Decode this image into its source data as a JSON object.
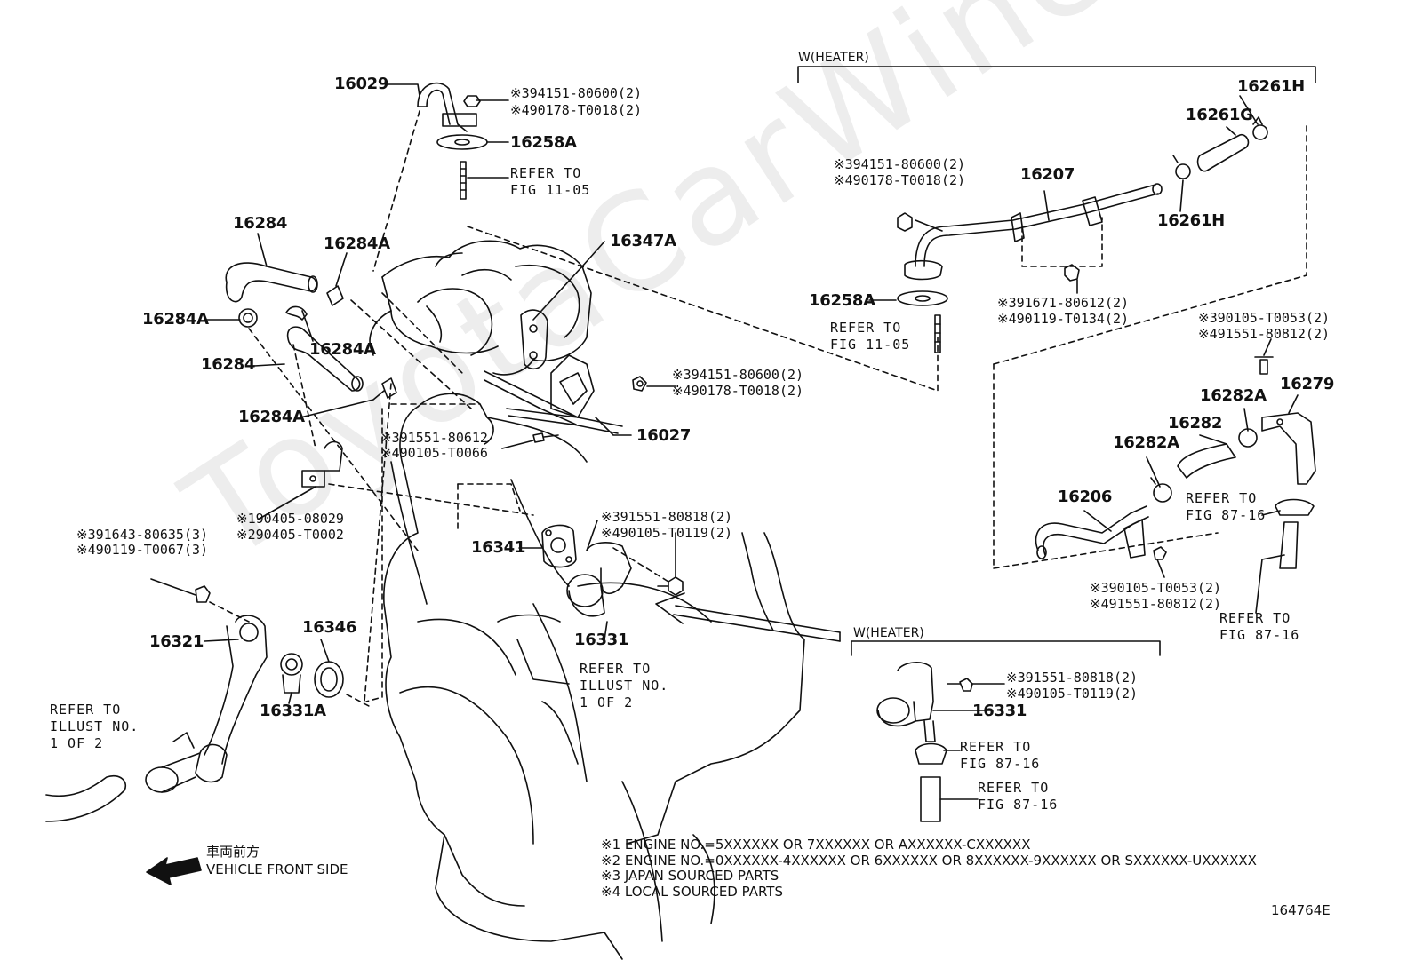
{
  "watermark": "ToyotaCarWine.ru",
  "heater_headers": {
    "top": "W(HEATER)",
    "bottom": "W(HEATER)"
  },
  "parts": {
    "p16029": "16029",
    "p16258A_top": "16258A",
    "p16284_top": "16284",
    "p16284A_top": "16284A",
    "p16284A_left": "16284A",
    "p16284A_mid": "16284A",
    "p16284_mid": "16284",
    "p16284A_low": "16284A",
    "p16347A": "16347A",
    "p16027": "16027",
    "p16341": "16341",
    "p16331_main": "16331",
    "p16321": "16321",
    "p16346": "16346",
    "p16331A": "16331A",
    "p16207": "16207",
    "p16261H_top": "16261H",
    "p16261G": "16261G",
    "p16261H_mid": "16261H",
    "p16258A_right": "16258A",
    "p16282A_top": "16282A",
    "p16279": "16279",
    "p16282": "16282",
    "p16282A_mid": "16282A",
    "p16206": "16206",
    "p16331_heater": "16331"
  },
  "notes": {
    "n1_a": "※394151-80600(2)",
    "n1_b": "※490178-T0018(2)",
    "n2_a": "※394151-80600(2)",
    "n2_b": "※490178-T0018(2)",
    "n3_a": "※391551-80612",
    "n3_b": "※490105-T0066",
    "n4_a": "※190405-08029",
    "n4_b": "※290405-T0002",
    "n5_a": "※391643-80635(3)",
    "n5_b": "※490119-T0067(3)",
    "n6_a": "※391551-80818(2)",
    "n6_b": "※490105-T0119(2)",
    "n7_a": "※394151-80600(2)",
    "n7_b": "※490178-T0018(2)",
    "n8_a": "※391671-80612(2)",
    "n8_b": "※490119-T0134(2)",
    "n9_a": "※390105-T0053(2)",
    "n9_b": "※491551-80812(2)",
    "n10_a": "※390105-T0053(2)",
    "n10_b": "※491551-80812(2)",
    "n11_a": "※391551-80818(2)",
    "n11_b": "※490105-T0119(2)"
  },
  "refs": {
    "r_fig1105_top": "REFER TO\nFIG 11-05",
    "r_fig1105_right": "REFER TO\nFIG 11-05",
    "r_illust_mid": "REFER TO\nILLUST NO.\n1 OF 2",
    "r_illust_left": "REFER TO\nILLUST NO.\n1 OF 2",
    "r_fig8716_a": "REFER TO\nFIG 87-16",
    "r_fig8716_b": "REFER TO\nFIG 87-16",
    "r_fig8716_c": "REFER TO\nFIG 87-16",
    "r_fig8716_d": "REFER TO\nFIG 87-16"
  },
  "legend": {
    "l1": "※1 ENGINE NO.=5XXXXXX OR 7XXXXXX OR AXXXXXX-CXXXXXX",
    "l2": "※2 ENGINE NO.=0XXXXXX-4XXXXXX OR 6XXXXXX OR 8XXXXXX-9XXXXXX OR SXXXXXX-UXXXXXX",
    "l3": "※3 JAPAN SOURCED PARTS",
    "l4": "※4 LOCAL SOURCED PARTS"
  },
  "front": {
    "jp": "車両前方",
    "en": "VEHICLE FRONT SIDE"
  },
  "figure_id": "164764E",
  "colors": {
    "line": "#111111",
    "watermark": "#000000"
  }
}
